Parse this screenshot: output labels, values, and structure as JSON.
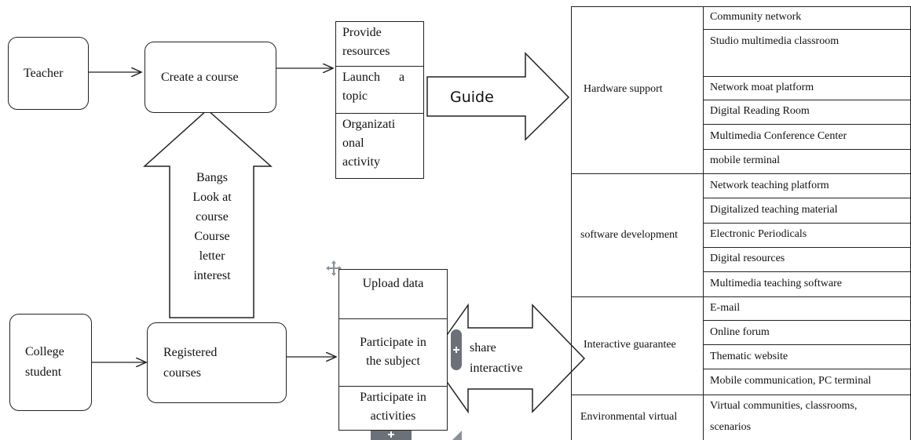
{
  "flow": {
    "teacher": "Teacher",
    "create_course": "Create a course",
    "college_student_line1": "College",
    "college_student_line2": "student",
    "registered_line1": "Registered",
    "registered_line2": "courses",
    "up_arrow_lines": [
      "Bangs",
      "Look at",
      "course",
      "Course",
      "letter",
      "interest"
    ],
    "guide": "Guide",
    "share_line1": "share",
    "share_line2": "interactive"
  },
  "teacher_list": {
    "item1_line1": "Provide",
    "item1_line2": "resources",
    "item2_line1": "Launch      a",
    "item2_line2": "topic",
    "item3_line1": "Organizati",
    "item3_line2": "onal",
    "item3_line3": "activity"
  },
  "student_list": {
    "item1": "Upload data",
    "item2_line1": "Participate in",
    "item2_line2": "the subject",
    "item3_line1": "Participate in",
    "item3_line2": "activities"
  },
  "table": {
    "groups": [
      {
        "label": "Hardware support",
        "items": [
          "Community network",
          "Studio multimedia classroom",
          "Network moat platform",
          "Digital Reading Room",
          "Multimedia Conference Center",
          "mobile terminal"
        ]
      },
      {
        "label": "software development",
        "items": [
          "Network teaching platform",
          "Digitalized teaching material",
          "Electronic Periodicals",
          "Digital resources",
          "Multimedia teaching software"
        ]
      },
      {
        "label": "Interactive guarantee",
        "items": [
          "E-mail",
          "Online forum",
          "Thematic website",
          "Mobile communication, PC terminal"
        ]
      },
      {
        "label": "Environmental virtual",
        "items": [
          "Virtual communities, classrooms,",
          "scenarios"
        ]
      }
    ]
  }
}
